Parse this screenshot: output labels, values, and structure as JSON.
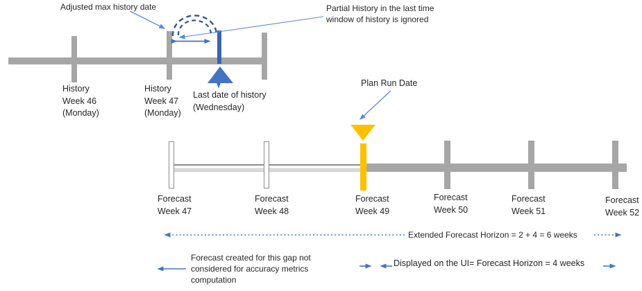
{
  "history": {
    "adjusted_max_label": "Adjusted max history date",
    "partial_note": [
      "Partial History in the last time",
      "window of history is ignored"
    ],
    "week46": [
      "History",
      "Week 46",
      "(Monday)"
    ],
    "week47": [
      "History",
      "Week 47",
      "(Monday)"
    ],
    "last_date": [
      "Last date of history",
      "(Wednesday)"
    ]
  },
  "forecast": {
    "plan_run_date": "Plan Run Date",
    "weeks": [
      [
        "Forecast",
        "Week 47"
      ],
      [
        "Forecast",
        "Week 48"
      ],
      [
        "Forecast",
        "Week 49"
      ],
      [
        "Forecast",
        "Week 50"
      ],
      [
        "Forecast",
        "Week 51"
      ],
      [
        "Forecast",
        "Week 52"
      ]
    ],
    "extended_horizon": "Extended Forecast Horizon = 2 + 4 = 6 weeks",
    "displayed_horizon": "Displayed on the UI= Forecast Horizon =  4 weeks",
    "gap_note": [
      "Forecast created for this gap not",
      "considered for accuracy metrics",
      "computation"
    ]
  },
  "icons": {
    "last_date_marker": "triangle-up",
    "plan_run_marker": "triangle-down",
    "overlap_arc": "double-dashed-arc",
    "range_arrows": "double-headed-arrow"
  },
  "colors": {
    "timeline_gray": "#A6A6A6",
    "tick_border_gray": "#8C8C8C",
    "solid_blue": "#4472C4",
    "dark_blue_arc": "#2F5597",
    "tick_blue": "#3A64AD",
    "plan_yellow": "#FFC000",
    "annotation_arrow_blue": "#5E8BD9",
    "text": "#262626"
  }
}
